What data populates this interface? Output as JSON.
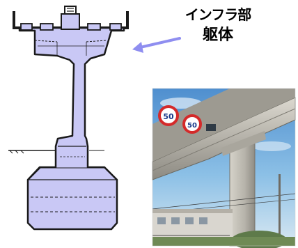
{
  "annotation": {
    "line1": "インフラ部",
    "line2": "躯体"
  },
  "colors": {
    "structure_fill": "#c9c8f5",
    "structure_stroke": "#1a1a1a",
    "arrow": "#8f8ef0",
    "sky": "#6ea9d8",
    "concrete": "#b8b5ad",
    "sign_red": "#d42a2a"
  },
  "photo": {
    "signs": [
      "50",
      "50"
    ]
  }
}
